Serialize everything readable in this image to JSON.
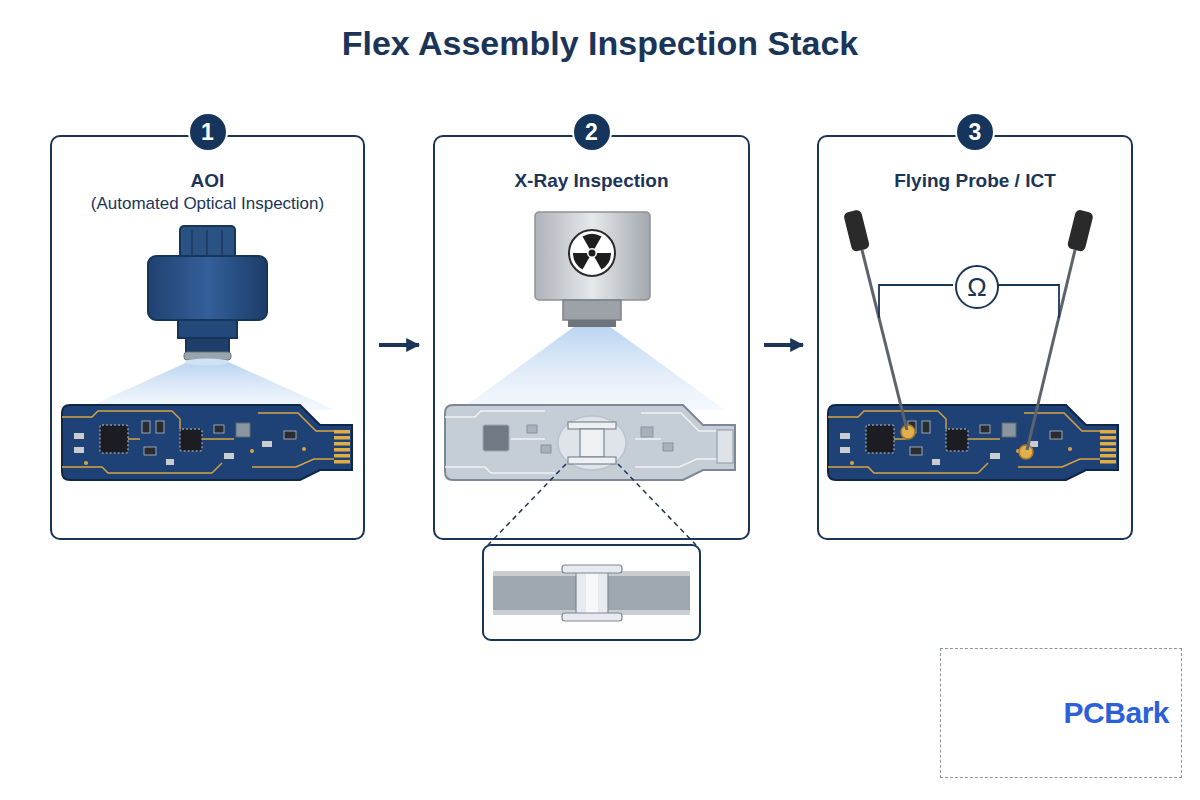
{
  "diagram": {
    "title": "Flex Assembly Inspection Stack",
    "nodes": [
      {
        "text": [
          "AOI",
          "(Automated Optical Inspection)"
        ]
      },
      {
        "text": [
          "1"
        ],
        "in": 0
      },
      {
        "text": [
          "X-Ray Inspection"
        ]
      },
      {
        "text": [
          "2"
        ],
        "in": 2
      },
      {
        "text": [
          "Flying Probe / ICT"
        ]
      },
      {
        "text": [
          "3"
        ],
        "in": 4
      },
      {
        "text": [
          "Ω"
        ],
        "in": 4
      },
      {
        "text": [
          "PCBark"
        ]
      }
    ],
    "edges": [
      {
        "from": 0,
        "to": 2,
        "arrow": "to"
      },
      {
        "from": 2,
        "to": 4,
        "arrow": "to"
      }
    ]
  }
}
